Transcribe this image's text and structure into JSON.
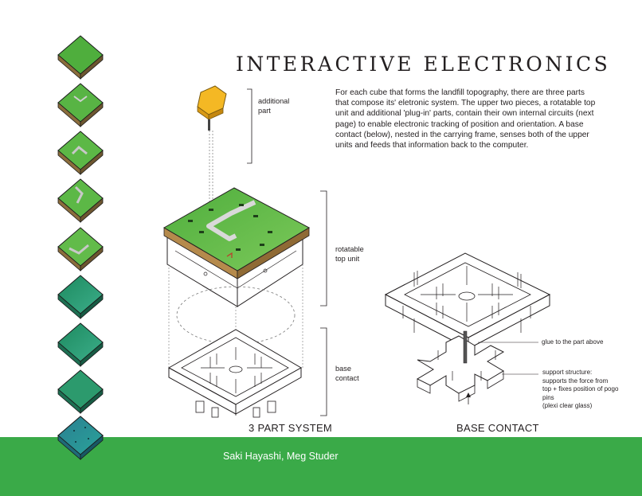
{
  "title": "INTERACTIVE ELECTRONICS",
  "description": "For each cube that forms the landfill topography, there are three parts that compose its' eletronic system. The upper two pieces, a rotatable top unit and additional 'plug-in' parts, contain their own internal circuits (next page) to enable electronic tracking of position and orientation. A base contact (below), nested in the carrying frame, senses both of the upper units and feeds that information back to the computer.",
  "labels": {
    "additional_part_1": "additional",
    "additional_part_2": "part",
    "rotatable_1": "rotatable",
    "rotatable_2": "top unit",
    "base_1": "base",
    "base_2": "contact",
    "glue": "glue to the part above",
    "support_1": "support structure:",
    "support_2": "supports the force from",
    "support_3": "top + fixes position of pogo",
    "support_4": "pins",
    "support_5": "(plexi clear glass)"
  },
  "sections": {
    "left": "3 PART SYSTEM",
    "right": "BASE CONTACT"
  },
  "footer": {
    "authors": "Saki Hayashi, Meg Studer"
  },
  "colors": {
    "footer_green": "#3aaa48",
    "terrain_green": "#5cbb46",
    "plug_yellow": "#f4b824",
    "teal": "#1f8f8a"
  }
}
